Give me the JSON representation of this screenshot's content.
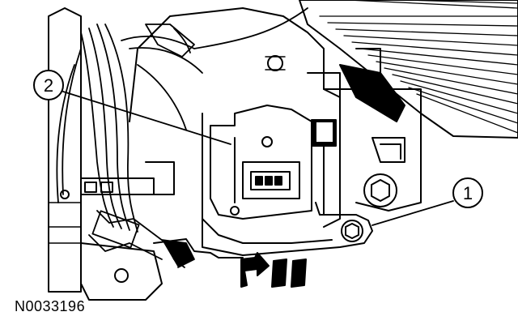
{
  "figure": {
    "id_label": "N0033196",
    "callouts": [
      {
        "label": "1"
      },
      {
        "label": "2"
      }
    ]
  },
  "colors": {
    "ink": "#000000",
    "paper": "#ffffff"
  }
}
